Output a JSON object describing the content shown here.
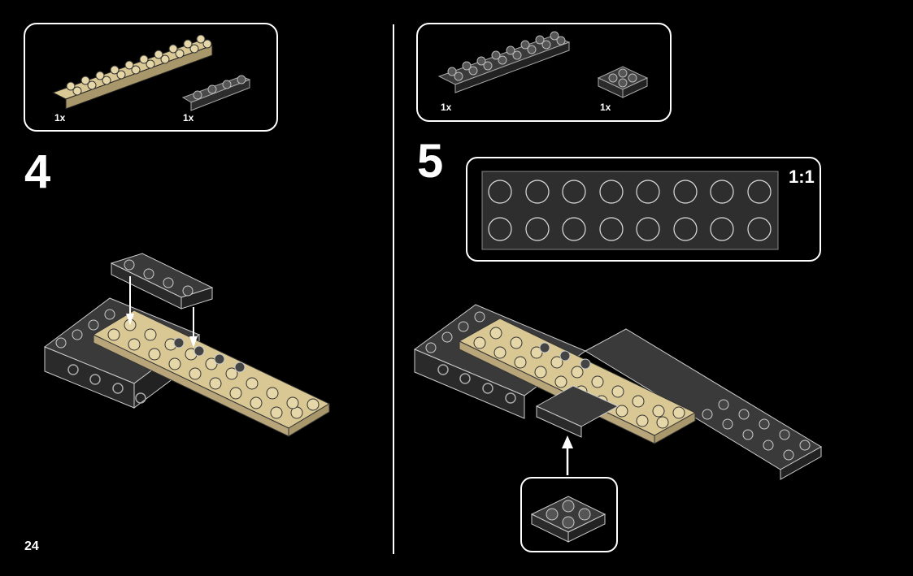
{
  "page": {
    "number": "24"
  },
  "step4": {
    "number": "4",
    "parts": [
      {
        "qty": "1x",
        "color": "tan",
        "size": "2x10 plate"
      },
      {
        "qty": "1x",
        "color": "dark-gray",
        "size": "1x4 plate"
      }
    ]
  },
  "step5": {
    "number": "5",
    "parts": [
      {
        "qty": "1x",
        "color": "dark-gray",
        "size": "2x8 plate"
      },
      {
        "qty": "1x",
        "color": "dark-gray",
        "size": "2x2 plate"
      }
    ],
    "scale_label": "1:1"
  },
  "colors": {
    "tan": "#d9c894",
    "dark_gray": "#3a3a3a",
    "outline": "#ffffff",
    "background": "#000000"
  }
}
